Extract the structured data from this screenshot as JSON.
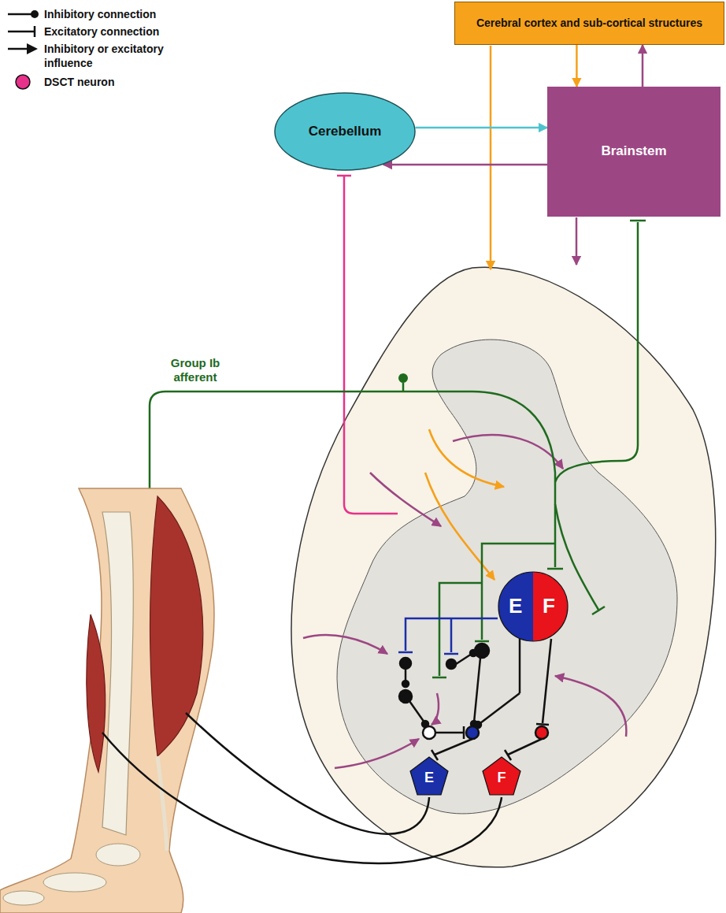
{
  "diagram": {
    "nodes": [
      {
        "text": [
          "Cerebral cortex and sub-cortical structures"
        ]
      },
      {
        "text": [
          "Cerebellum"
        ]
      },
      {
        "text": [
          "Brainstem"
        ]
      },
      {
        "text": [
          "E",
          "F"
        ]
      },
      {
        "text": [
          "E"
        ]
      },
      {
        "text": [
          "F"
        ]
      }
    ],
    "edges": [
      {
        "from": 0,
        "to": 2,
        "arrow": "to"
      },
      {
        "from": 2,
        "to": 0,
        "arrow": "to"
      },
      {
        "from": 1,
        "to": 2,
        "arrow": "to"
      },
      {
        "from": 2,
        "to": 1,
        "arrow": "to"
      }
    ],
    "labels": [
      "Group Ib afferent"
    ],
    "legend": [
      {
        "text": "Inhibitory connection"
      },
      {
        "text": "Excitatory connection"
      },
      {
        "text": "Inhibitory or excitatory influence"
      },
      {
        "text": "DSCT neuron"
      }
    ]
  }
}
